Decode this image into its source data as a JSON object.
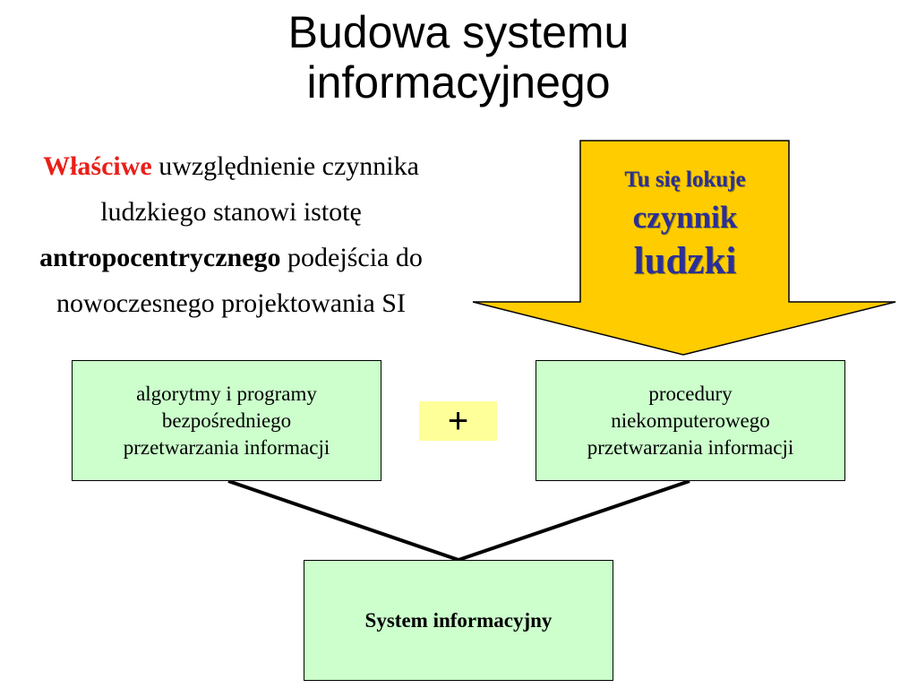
{
  "title": {
    "line1": "Budowa systemu",
    "line2": "informacyjnego"
  },
  "intro": {
    "highlight": "Właściwe",
    "text1": " uwzględnienie czynnika ludzkiego stanowi istotę ",
    "bold": "antropocentrycznego",
    "text2": " podejścia do nowoczesnego projektowania SI"
  },
  "arrow": {
    "line1": "Tu się lokuje",
    "line2": "czynnik",
    "line3": "ludzki"
  },
  "boxes": {
    "left": {
      "line1": "algorytmy i programy",
      "line2": "bezpośredniego",
      "line3": "przetwarzania informacji"
    },
    "right": {
      "line1": "procedury",
      "line2": "niekomputerowego",
      "line3": "przetwarzania informacji"
    },
    "bottom": "System informacyjny"
  },
  "plus": "+",
  "colors": {
    "highlight": "#e8201a",
    "arrow_fill": "#ffcc00",
    "arrow_text": "#2a2e9a",
    "box_fill": "#ccffcc",
    "plus_fill": "#ffff99"
  }
}
